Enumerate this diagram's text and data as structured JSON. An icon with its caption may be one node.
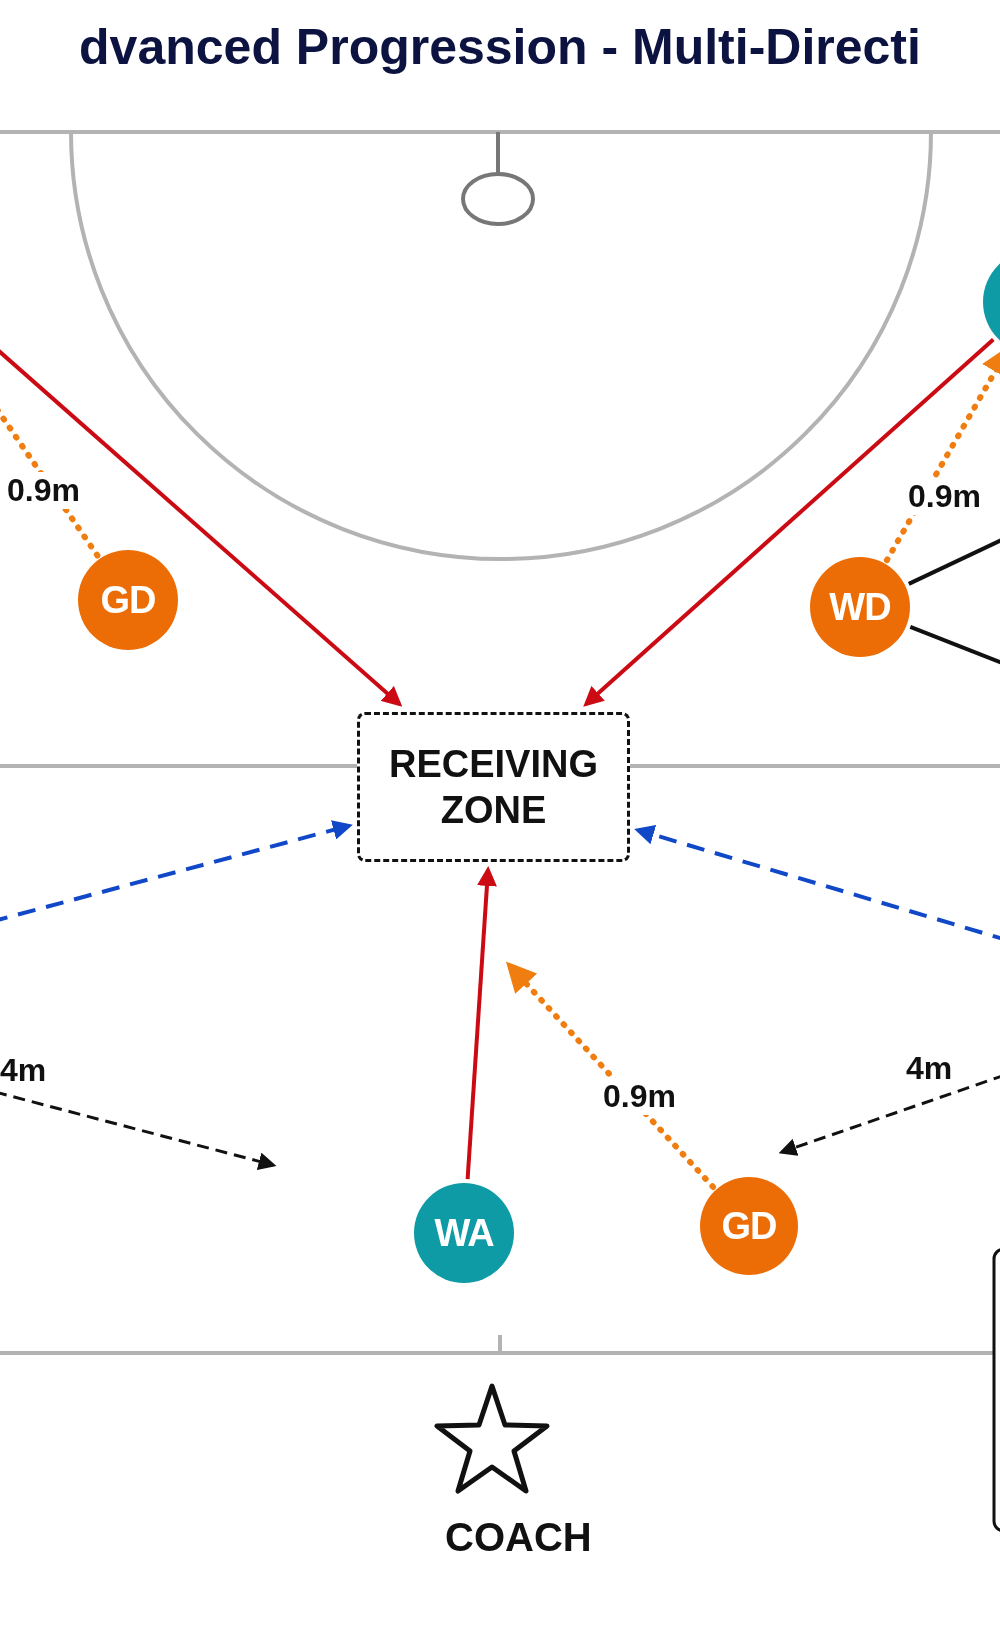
{
  "diagram": {
    "title": "dvanced Progression - Multi-Directi",
    "nodes": [
      {
        "text": [],
        "shape": "circle"
      },
      {
        "text": [
          "GD"
        ]
      },
      {
        "text": [
          "WD"
        ]
      },
      {
        "text": [
          "RECEIVING ZONE"
        ]
      },
      {
        "text": [
          "WA"
        ]
      },
      {
        "text": [
          "GD"
        ]
      }
    ],
    "edges": [
      {
        "from": null,
        "to": 3,
        "arrow": "to",
        "color": "#cc0a14"
      },
      {
        "from": 0,
        "to": 3,
        "arrow": "to",
        "color": "#cc0a14"
      },
      {
        "from": 1,
        "to": null,
        "arrow": "to",
        "style": "dashed",
        "color": "#f07d10",
        "label": "0.9m"
      },
      {
        "from": 2,
        "to": 0,
        "arrow": "to",
        "style": "dashed",
        "color": "#f07d10",
        "label": "0.9m"
      },
      {
        "from": 2,
        "to": null,
        "arrow": "none",
        "color": "#111111"
      },
      {
        "from": 2,
        "to": null,
        "arrow": "none",
        "color": "#111111"
      },
      {
        "from": null,
        "to": 3,
        "arrow": "to",
        "style": "dashed",
        "color": "#1048c8"
      },
      {
        "from": null,
        "to": 3,
        "arrow": "to",
        "style": "dashed",
        "color": "#1048c8"
      },
      {
        "from": 4,
        "to": 3,
        "arrow": "to",
        "color": "#cc0a14"
      },
      {
        "from": 5,
        "to": null,
        "arrow": "to",
        "style": "dashed",
        "color": "#f07d10",
        "label": "0.9m"
      }
    ],
    "labels": [
      "4m",
      "4m",
      "COACH"
    ]
  }
}
